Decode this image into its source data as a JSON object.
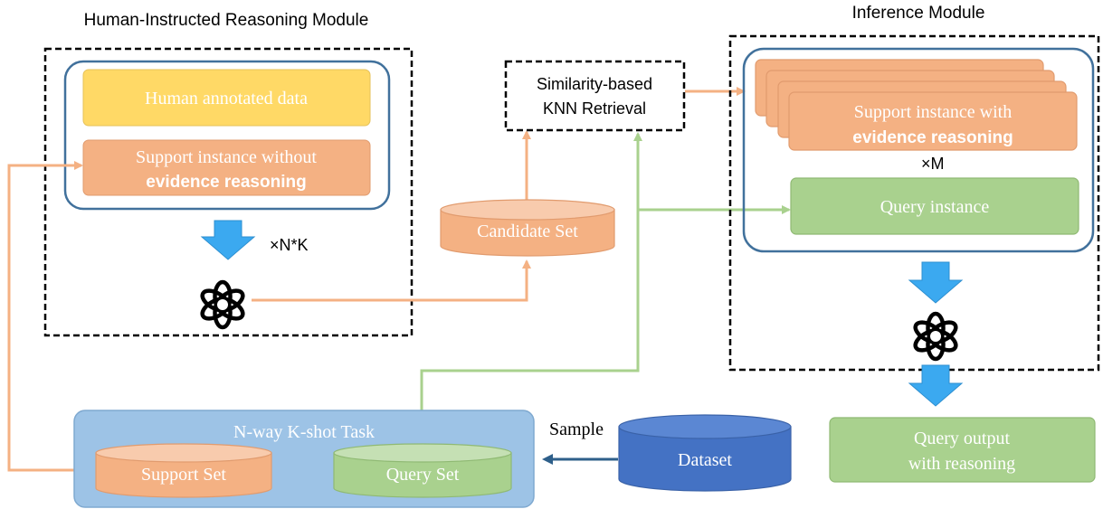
{
  "modules": {
    "reasoning_title": "Human-Instructed Reasoning Module",
    "inference_title": "Inference Module"
  },
  "reasoning": {
    "human_data": "Human annotated data",
    "support_without_line1": "Support instance without",
    "support_without_line2": "evidence reasoning",
    "multiplier": "×N*K"
  },
  "retrieval": {
    "line1": "Similarity-based",
    "line2": "KNN Retrieval"
  },
  "candidate_set": "Candidate Set",
  "inference": {
    "support_with_line1": "Support instance with",
    "support_with_line2": "evidence reasoning",
    "multiplier": "×M",
    "query_instance": "Query instance",
    "output_line1": "Query output",
    "output_line2": "with reasoning"
  },
  "task": {
    "title": "N-way K-shot Task",
    "support_set": "Support Set",
    "query_set": "Query Set"
  },
  "sample_label": "Sample",
  "dataset": "Dataset",
  "colors": {
    "orange": "#F4B183",
    "orange_edge": "#E19B6E",
    "yellow": "#FFD966",
    "green": "#A9D18E",
    "blue_task": "#9DC3E6",
    "dataset": "#4472C4",
    "arrow_blue": "#3BA9F0",
    "frame_blue": "#41719C",
    "arrow_orange": "#F4B183",
    "arrow_green": "#A9D18E",
    "arrow_dark": "#2E5F8A"
  }
}
